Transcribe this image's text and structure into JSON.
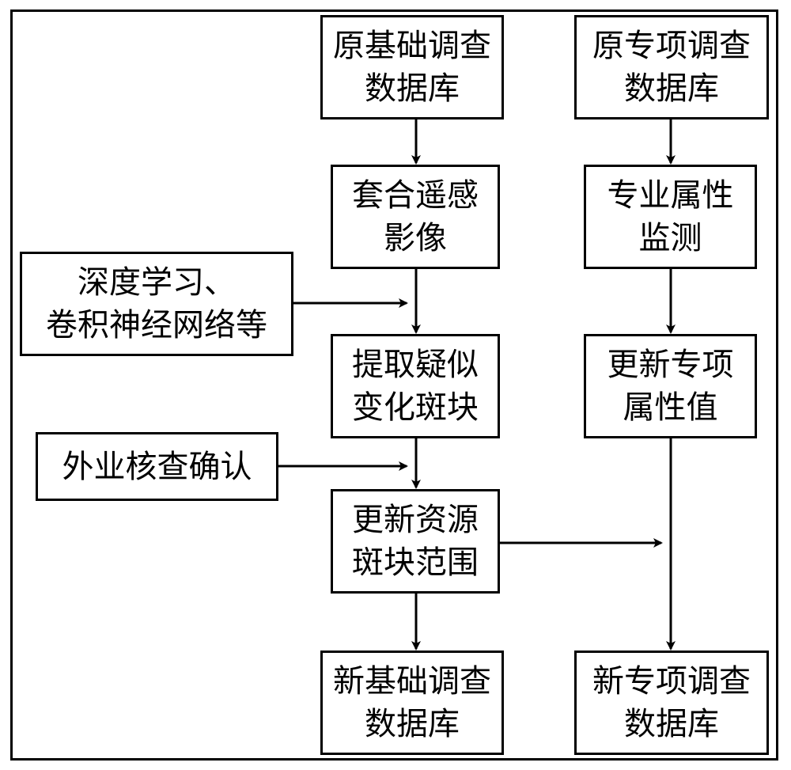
{
  "nodes": {
    "orig_basic_db": [
      "原基础调查",
      "数据库"
    ],
    "orig_special_db": [
      "原专项调查",
      "数据库"
    ],
    "overlay_imagery": [
      "套合遥感",
      "影像"
    ],
    "special_monitor": [
      "专业属性",
      "监测"
    ],
    "deep_learning": [
      "深度学习、",
      "卷积神经网络等"
    ],
    "extract_patches": [
      "提取疑似",
      "变化斑块"
    ],
    "update_special_value": [
      "更新专项",
      "属性值"
    ],
    "field_check": [
      "外业核查确认"
    ],
    "update_patch_range": [
      "更新资源",
      "斑块范围"
    ],
    "new_basic_db": [
      "新基础调查",
      "数据库"
    ],
    "new_special_db": [
      "新专项调查",
      "数据库"
    ]
  }
}
